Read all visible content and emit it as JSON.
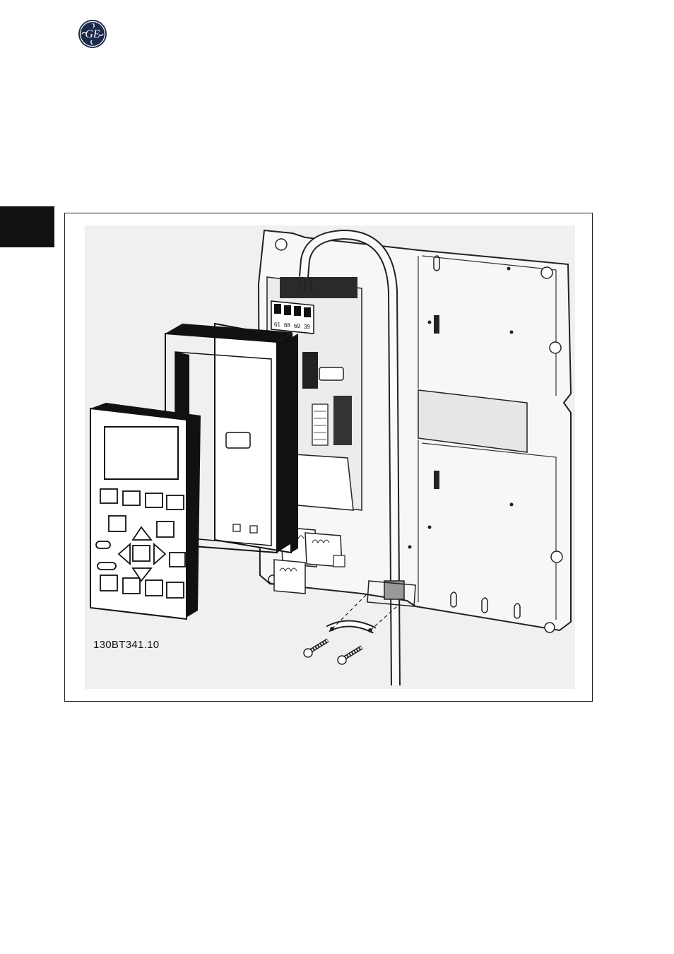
{
  "header": {
    "logo_text": "GE",
    "logo_icon": "ge-monogram-icon"
  },
  "side_tab": {
    "color": "#111111"
  },
  "figure": {
    "code": "130BT341.10",
    "terminal_labels": [
      "61",
      "68",
      "69",
      "39"
    ],
    "background": "#f2f2f2"
  }
}
